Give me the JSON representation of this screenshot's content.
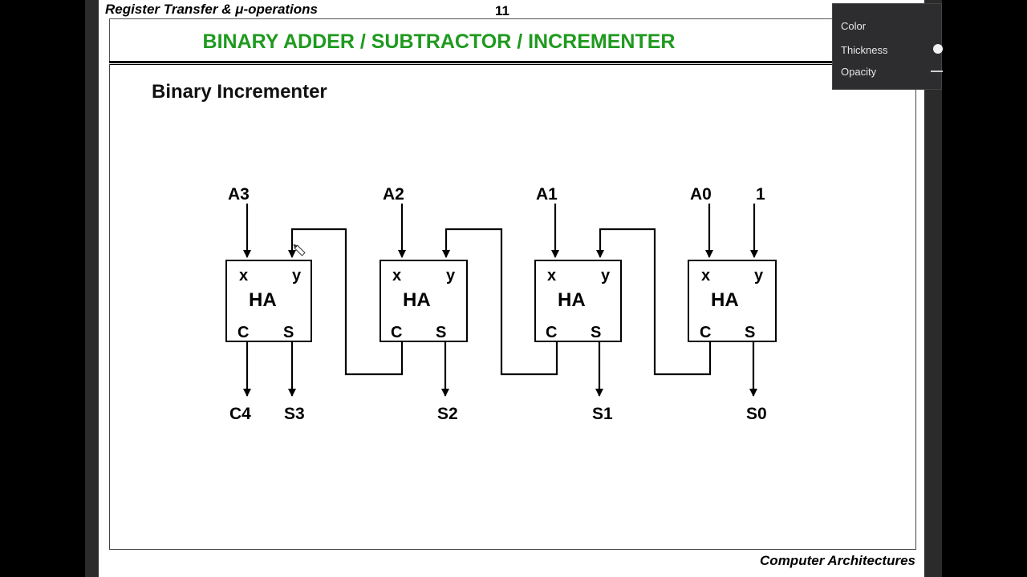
{
  "slide": {
    "header_left": "Register Transfer & μ-operations",
    "page_number": "11",
    "title": "BINARY  ADDER / SUBTRACTOR / INCREMENTER",
    "section_heading": "Binary Incrementer",
    "footer": "Computer Architectures"
  },
  "diagram": {
    "inputs": [
      "A3",
      "A2",
      "A1",
      "A0",
      "1"
    ],
    "block_label": "HA",
    "port_x": "x",
    "port_y": "y",
    "port_c": "C",
    "port_s": "S",
    "outputs": [
      "C4",
      "S3",
      "S2",
      "S1",
      "S0"
    ]
  },
  "pen_panel": {
    "color_label": "Color",
    "thickness_label": "Thickness",
    "opacity_label": "Opacity"
  },
  "icons": {
    "cursor": "pencil-cursor-icon"
  }
}
